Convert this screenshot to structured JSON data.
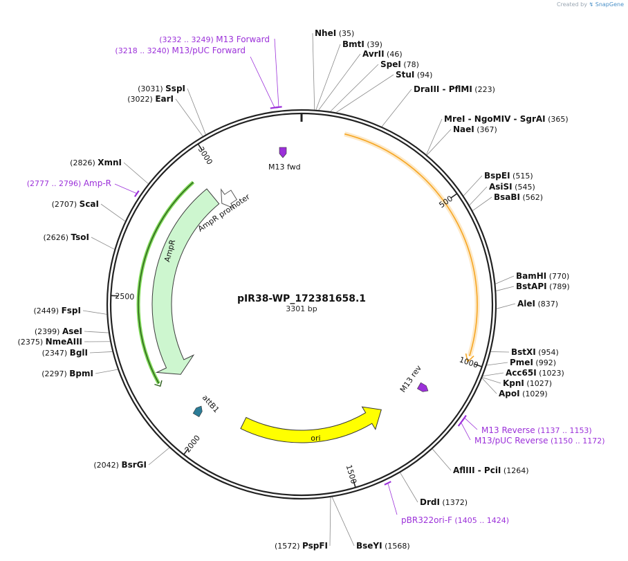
{
  "credit": {
    "prefix": "Created by",
    "brand": "SnapGene"
  },
  "plasmid": {
    "name": "pIR38-WP_172381658.1",
    "size_label": "3301 bp",
    "total_bp": 3301
  },
  "ticks": [
    {
      "bp": 500,
      "label": "500"
    },
    {
      "bp": 1000,
      "label": "1000"
    },
    {
      "bp": 1500,
      "label": "1500"
    },
    {
      "bp": 2000,
      "label": "2000"
    },
    {
      "bp": 2500,
      "label": "2500"
    },
    {
      "bp": 3000,
      "label": "3000"
    }
  ],
  "sites": [
    {
      "name": "NheI",
      "pos_label": "(35)",
      "bp": 35,
      "side": "right"
    },
    {
      "name": "BmtI",
      "pos_label": "(39)",
      "bp": 39,
      "side": "right"
    },
    {
      "name": "AvrII",
      "pos_label": "(46)",
      "bp": 46,
      "side": "right"
    },
    {
      "name": "SpeI",
      "pos_label": "(78)",
      "bp": 78,
      "side": "right"
    },
    {
      "name": "StuI",
      "pos_label": "(94)",
      "bp": 94,
      "side": "right"
    },
    {
      "name": "DraIII  - PflMI",
      "pos_label": "(223)",
      "bp": 223,
      "side": "right"
    },
    {
      "name": "MreI  - NgoMIV  - SgrAI",
      "pos_label": "(365)",
      "bp": 365,
      "side": "right"
    },
    {
      "name": "NaeI",
      "pos_label": "(367)",
      "bp": 367,
      "side": "right"
    },
    {
      "name": "BspEI",
      "pos_label": "(515)",
      "bp": 515,
      "side": "right"
    },
    {
      "name": "AsiSI",
      "pos_label": "(545)",
      "bp": 545,
      "side": "right"
    },
    {
      "name": "BsaBI",
      "pos_label": "(562)",
      "bp": 562,
      "side": "right"
    },
    {
      "name": "BamHI",
      "pos_label": "(770)",
      "bp": 770,
      "side": "right"
    },
    {
      "name": "BstAPI",
      "pos_label": "(789)",
      "bp": 789,
      "side": "right"
    },
    {
      "name": "AleI",
      "pos_label": "(837)",
      "bp": 837,
      "side": "right"
    },
    {
      "name": "BstXI",
      "pos_label": "(954)",
      "bp": 954,
      "side": "right"
    },
    {
      "name": "PmeI",
      "pos_label": "(992)",
      "bp": 992,
      "side": "right"
    },
    {
      "name": "Acc65I",
      "pos_label": "(1023)",
      "bp": 1023,
      "side": "right"
    },
    {
      "name": "KpnI",
      "pos_label": "(1027)",
      "bp": 1027,
      "side": "right"
    },
    {
      "name": "ApoI",
      "pos_label": "(1029)",
      "bp": 1029,
      "side": "right"
    },
    {
      "name": "AflIII  - PciI",
      "pos_label": "(1264)",
      "bp": 1264,
      "side": "right"
    },
    {
      "name": "DrdI",
      "pos_label": "(1372)",
      "bp": 1372,
      "side": "right"
    },
    {
      "name": "BseYI",
      "pos_label": "(1568)",
      "bp": 1568,
      "side": "right"
    },
    {
      "name": "PspFI",
      "pos_label": "(1572)",
      "bp": 1572,
      "side": "left"
    },
    {
      "name": "BsrGI",
      "pos_label": "(2042)",
      "bp": 2042,
      "side": "left"
    },
    {
      "name": "BpmI",
      "pos_label": "(2297)",
      "bp": 2297,
      "side": "left"
    },
    {
      "name": "BglI",
      "pos_label": "(2347)",
      "bp": 2347,
      "side": "left"
    },
    {
      "name": "NmeAIII",
      "pos_label": "(2375)",
      "bp": 2375,
      "side": "left"
    },
    {
      "name": "AseI",
      "pos_label": "(2399)",
      "bp": 2399,
      "side": "left"
    },
    {
      "name": "FspI",
      "pos_label": "(2449)",
      "bp": 2449,
      "side": "left"
    },
    {
      "name": "TsoI",
      "pos_label": "(2626)",
      "bp": 2626,
      "side": "left"
    },
    {
      "name": "ScaI",
      "pos_label": "(2707)",
      "bp": 2707,
      "side": "left"
    },
    {
      "name": "XmnI",
      "pos_label": "(2826)",
      "bp": 2826,
      "side": "left"
    },
    {
      "name": "EarI",
      "pos_label": "(3022)",
      "bp": 3022,
      "side": "left"
    },
    {
      "name": "SspI",
      "pos_label": "(3031)",
      "bp": 3031,
      "side": "left"
    }
  ],
  "primers": [
    {
      "name": "M13 Forward",
      "range_label": "(3232 .. 3249)",
      "start": 3232,
      "end": 3249,
      "side": "left"
    },
    {
      "name": "M13/pUC Forward",
      "range_label": "(3218 .. 3240)",
      "start": 3218,
      "end": 3240,
      "side": "left"
    },
    {
      "name": "Amp-R",
      "range_label": "(2777 .. 2796)",
      "start": 2777,
      "end": 2796,
      "side": "left"
    },
    {
      "name": "M13 Reverse",
      "range_label": "(1137 .. 1153)",
      "start": 1137,
      "end": 1153,
      "side": "right"
    },
    {
      "name": "M13/pUC Reverse",
      "range_label": "(1150 .. 1172)",
      "start": 1150,
      "end": 1172,
      "side": "right"
    },
    {
      "name": "pBR322ori-F",
      "range_label": "(1405 .. 1424)",
      "start": 1405,
      "end": 1424,
      "side": "right"
    }
  ],
  "features": [
    {
      "name": "orange-insert",
      "label": "",
      "start": 130,
      "end": 1000,
      "color": "#f6a623",
      "fill": "#fde9c8"
    },
    {
      "name": "AmpR",
      "label": "AmpR",
      "start": 2940,
      "end": 2200,
      "color": "#3a3a3a",
      "fill": "#cdf6cf"
    },
    {
      "name": "AmpR promoter",
      "label": "AmpR promoter",
      "start": 3010,
      "end": 2950,
      "color": "#555555",
      "fill": "#ffffff"
    },
    {
      "name": "ori",
      "label": "ori",
      "start": 1890,
      "end": 1310,
      "color": "#333333",
      "fill": "#ffff00"
    },
    {
      "name": "M13 fwd",
      "label": "M13 fwd",
      "color": "#9b30d9"
    },
    {
      "name": "M13 rev",
      "label": "M13 rev",
      "color": "#9b30d9"
    },
    {
      "name": "attB1",
      "label": "attB1",
      "color": "#2b7c97"
    }
  ],
  "colors": {
    "backbone": "#222222",
    "primer": "#9b30d9",
    "leader": "#888888",
    "orange_highlight": "#f6a623",
    "green_highlight": "#7ed957"
  }
}
